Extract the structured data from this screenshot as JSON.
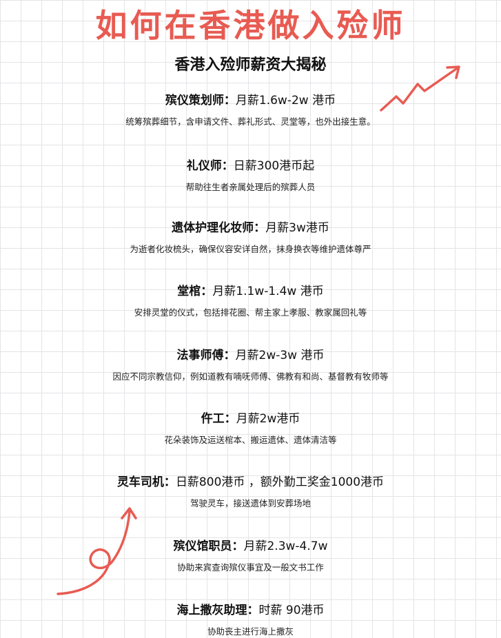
{
  "title": "如何在香港做入殓师",
  "subtitle": "香港入殓师薪资大揭秘",
  "roles": [
    {
      "name": "殡仪策划师：",
      "salary": "月薪1.6w-2w 港币",
      "desc": "统筹殡葬细节，含申请文件、葬礼形式、灵堂等，也外出接生意。"
    },
    {
      "name": "礼仪师：",
      "salary": "日薪300港币起",
      "desc": "帮助往生者亲属处理后的殡葬人员"
    },
    {
      "name": "遗体护理化妆师：",
      "salary": "月薪3w港币",
      "desc": "为逝者化妆梳头，确保仪容安详自然，抹身换衣等维护遗体尊严"
    },
    {
      "name": "堂棺：",
      "salary": "月薪1.1w-1.4w 港币",
      "desc": "安排灵堂的仪式，包括排花圈、帮主家上孝服、教家属回礼等"
    },
    {
      "name": "法事师傅：",
      "salary": "月薪2w-3w 港币",
      "desc": "因应不同宗教信仰，例如道教有喃呒师傅、佛教有和尚、基督教有牧师等"
    },
    {
      "name": "仵工：",
      "salary": "月薪2w港币",
      "desc": "花朵装饰及运送棺本、搬运遗体、遗体清洁等"
    },
    {
      "name": "灵车司机：",
      "salary": "日薪800港币 ，额外勤工奖金1000港币",
      "desc": "驾驶灵车，接送遗体到安葬场地"
    },
    {
      "name": "殡仪馆职员：",
      "salary": "月薪2.3w-4.7w",
      "desc": "协助来宾查询殡仪事宜及一般文书工作"
    },
    {
      "name": "海上撒灰助理：",
      "salary": "时薪 90港币",
      "desc": "协助丧主进行海上撒灰"
    }
  ],
  "colors": {
    "accent": "#e85b52",
    "grid": "#e4e4e8",
    "text": "#111111"
  },
  "decorations": [
    "up-trend-arrow",
    "curly-arrow"
  ]
}
